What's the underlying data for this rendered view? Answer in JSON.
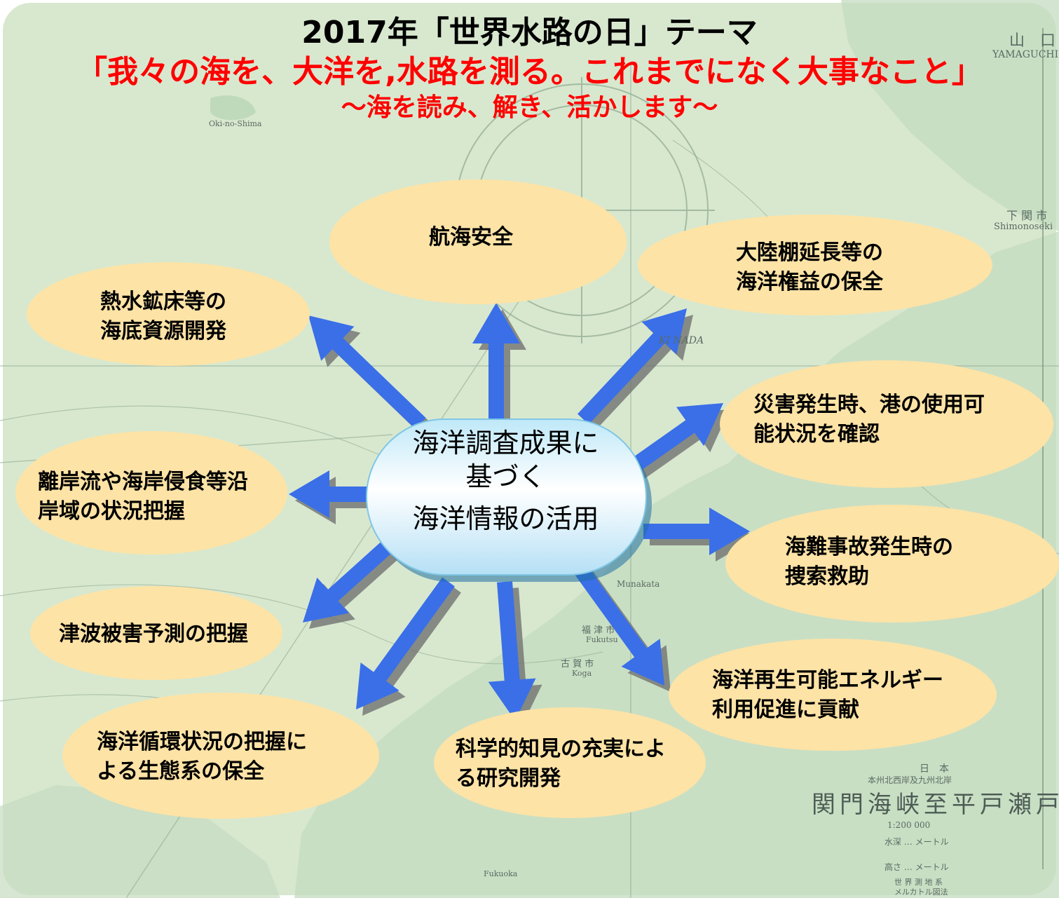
{
  "title": {
    "line1": "2017年「世界水路の日」テーマ",
    "line2": "「我々の海を、大洋を,水路を測る。これまでになく大事なこと」",
    "line3": "～海を読み、解き、活かします～"
  },
  "center": {
    "line1": "海洋調査成果に",
    "line2": "基づく",
    "line3": "海洋情報の活用"
  },
  "nodes": [
    {
      "id": "navigation-safety",
      "lines": [
        "航海安全"
      ]
    },
    {
      "id": "continental-shelf",
      "lines": [
        "大陸棚延長等の",
        "海洋権益の保全"
      ]
    },
    {
      "id": "seabed-resources",
      "lines": [
        "熱水鉱床等の",
        "海底資源開発"
      ]
    },
    {
      "id": "port-disaster",
      "lines": [
        "災害発生時、港の使用可",
        "能状況を確認"
      ]
    },
    {
      "id": "coastal-monitoring",
      "lines": [
        "離岸流や海岸侵食等沿",
        "岸域の状況把握"
      ]
    },
    {
      "id": "search-rescue",
      "lines": [
        "海難事故発生時の",
        "捜索救助"
      ]
    },
    {
      "id": "tsunami-prediction",
      "lines": [
        "津波被害予測の把握"
      ]
    },
    {
      "id": "renewable-energy",
      "lines": [
        "海洋再生可能エネルギー",
        "利用促進に貢献"
      ]
    },
    {
      "id": "ecosystem",
      "lines": [
        "海洋循環状況の把握に",
        "よる生態系の保全"
      ]
    },
    {
      "id": "research",
      "lines": [
        "科学的知見の充実によ",
        "る研究開発"
      ]
    }
  ],
  "chart_labels": {
    "place_yamaguchi": "山　口",
    "place_yamaguchi_en": "YAMAGUCHI",
    "place_shimonoseki": "下 関 市",
    "place_shimonoseki_en": "Shimonoseki",
    "place_nada": "KI NADA",
    "place_munakata": "Munakata",
    "place_fukutsu": "福 津 市",
    "place_fukutsu_en": "Fukutsu",
    "place_koga": "古 賀 市",
    "place_koga_en": "Koga",
    "place_fukuoka_en": "Fukuoka",
    "place_oshima_en": "Oki-no-Shima",
    "chart_title_small": "本州北西岸及九州北岸",
    "chart_title": "関門海峡至平戸瀬戸",
    "scale": "1:200 000",
    "depth_label": "水深 … メートル",
    "height_label": "高さ … メートル",
    "projection": "メルカトル図法",
    "survey": "世 界 測 地 系",
    "country": "日　本"
  },
  "colors": {
    "background": "#d8e8cf",
    "ellipse": "#fde3a6",
    "arrow": "#3a6fe8",
    "arrow_shadow": "#6b6b6b",
    "title_red": "#ff0000"
  }
}
